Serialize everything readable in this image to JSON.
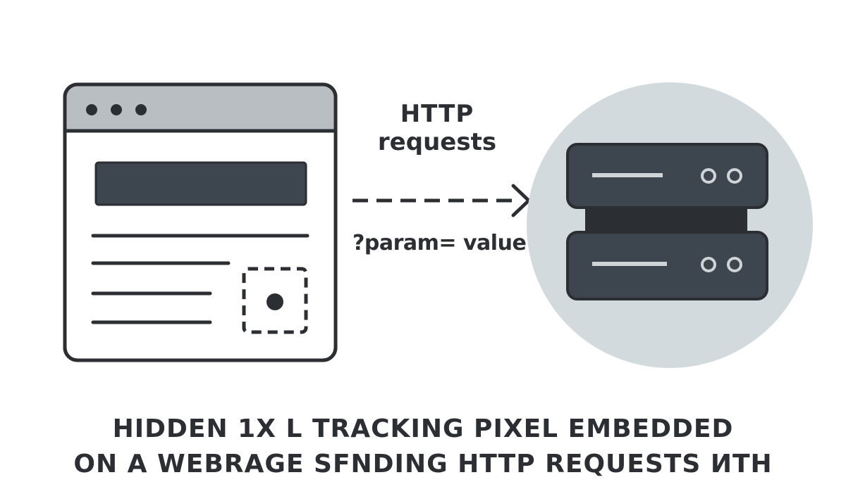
{
  "labels": {
    "http_line1": "HTTP",
    "http_line2": "requests",
    "param": "?param= value"
  },
  "caption": {
    "line1": "HIDDEN 1X L TRACKING PIXEL EMBEDDED",
    "line2": "ON A WEBRAGE SFNDING HTTP REQUESTS ИTH"
  },
  "icons": {
    "browser": "browser-window-icon",
    "pixel": "tracking-pixel-icon",
    "server": "server-stack-icon",
    "arrow": "dashed-arrow-icon"
  },
  "colors": {
    "dark": "#2b2f33",
    "panel": "#3d464e",
    "titlebar": "#b9bec2",
    "circle": "#d3dadd",
    "line_light": "#cfd4d7"
  }
}
